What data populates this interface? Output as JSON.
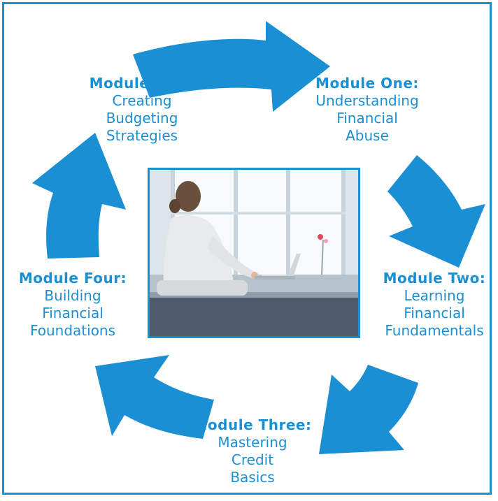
{
  "colors": {
    "accent": "#1b8fd3",
    "background": "#ffffff"
  },
  "modules": [
    {
      "title": "Module One:",
      "lines": [
        "Understanding",
        "Financial",
        "Abuse"
      ]
    },
    {
      "title": "Module Two:",
      "lines": [
        "Learning",
        "Financial",
        "Fundamentals"
      ]
    },
    {
      "title": "Module Three:",
      "lines": [
        "Mastering",
        "Credit",
        "Basics"
      ]
    },
    {
      "title": "Module Four:",
      "lines": [
        "Building",
        "Financial",
        "Foundations"
      ]
    },
    {
      "title": "Module Five:",
      "lines": [
        "Creating",
        "Budgeting",
        "Strategies"
      ]
    }
  ],
  "image": {
    "subject": "woman-with-laptop-photo"
  },
  "arrow_icon": "curved-arrow-icon"
}
